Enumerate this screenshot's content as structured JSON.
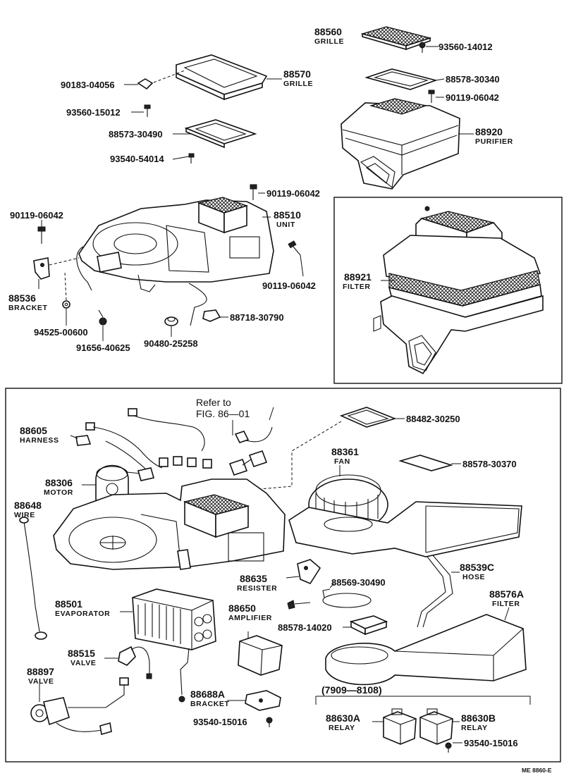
{
  "parts": {
    "grille_top": {
      "number": "88560",
      "name": "GRILLE"
    },
    "screw_93560_14012": {
      "number": "93560-14012"
    },
    "grille": {
      "number": "88570",
      "name": "GRILLE"
    },
    "clip_90183": {
      "number": "90183-04056"
    },
    "screw_93560_15012": {
      "number": "93560-15012"
    },
    "gasket_88573": {
      "number": "88573-30490"
    },
    "screw_93540_54014": {
      "number": "93540-54014"
    },
    "gasket_88578_30340": {
      "number": "88578-30340"
    },
    "bolt_90119_a": {
      "number": "90119-06042"
    },
    "purifier": {
      "number": "88920",
      "name": "PURIFIER"
    },
    "bolt_90119_b": {
      "number": "90119-06042"
    },
    "bolt_90119_c": {
      "number": "90119-06042"
    },
    "unit": {
      "number": "88510",
      "name": "UNIT"
    },
    "bolt_90119_d": {
      "number": "90119-06042"
    },
    "bracket_88536": {
      "number": "88536",
      "name": "BRACKET"
    },
    "washer_94525": {
      "number": "94525-00600"
    },
    "screw_91656": {
      "number": "91656-40625"
    },
    "grommet_90480": {
      "number": "90480-25258"
    },
    "connector_88718": {
      "number": "88718-30790"
    },
    "filter_88921": {
      "number": "88921",
      "name": "FILTER"
    },
    "refer_note": {
      "line1": "Refer to",
      "line2": "FIG. 86—01"
    },
    "harness": {
      "number": "88605",
      "name": "HARNESS"
    },
    "gasket_88482": {
      "number": "88482-30250"
    },
    "fan": {
      "number": "88361",
      "name": "FAN"
    },
    "seal_88578_30370": {
      "number": "88578-30370"
    },
    "motor": {
      "number": "88306",
      "name": "MOTOR"
    },
    "wire": {
      "number": "88648",
      "name": "WIRE"
    },
    "resister": {
      "number": "88635",
      "name": "RESISTER"
    },
    "band_88569": {
      "number": "88569-30490"
    },
    "hose": {
      "number": "88539C",
      "name": "HOSE"
    },
    "evaporator": {
      "number": "88501",
      "name": "EVAPORATOR"
    },
    "amplifier": {
      "number": "88650",
      "name": "AMPLIFIER"
    },
    "filter_88576": {
      "number": "88576A",
      "name": "FILTER"
    },
    "seal_88578_14020": {
      "number": "88578-14020"
    },
    "valve_88515": {
      "number": "88515",
      "name": "VALVE"
    },
    "valve_88897": {
      "number": "88897",
      "name": "VALVE"
    },
    "bracket_88688": {
      "number": "88688A",
      "name": "BRACKET"
    },
    "screw_93540_15016_a": {
      "number": "93540-15016"
    },
    "relay_range": {
      "label": "(7909—8108)"
    },
    "relay_a": {
      "number": "88630A",
      "name": "RELAY"
    },
    "relay_b": {
      "number": "88630B",
      "name": "RELAY"
    },
    "screw_93540_15016_b": {
      "number": "93540-15016"
    }
  },
  "footer": {
    "code": "ME 8860-E"
  }
}
